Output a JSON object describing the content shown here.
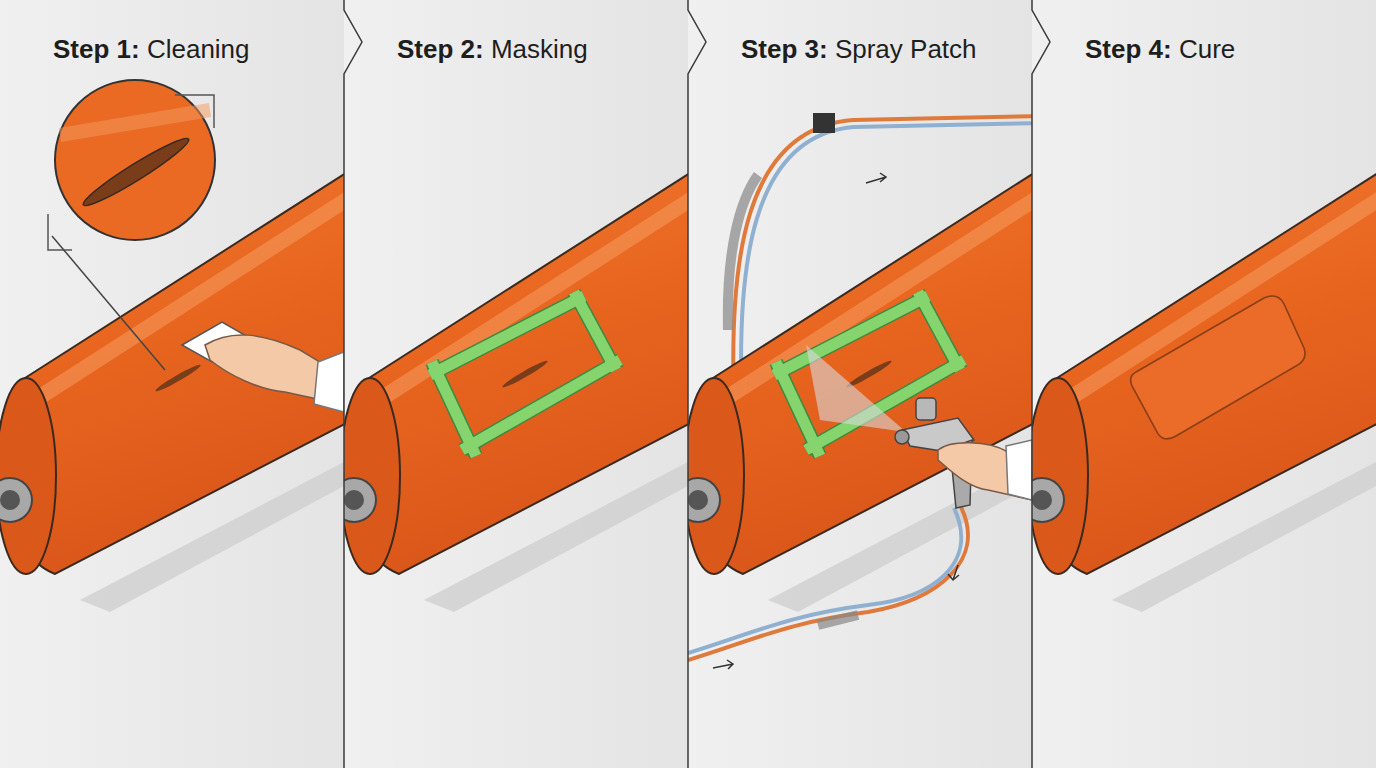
{
  "diagram": {
    "nodes": [
      {
        "text": [
          "Step 1: Cleaning"
        ]
      },
      {
        "text": [
          "Step 2: Masking"
        ]
      },
      {
        "text": [
          "Step 3: Spray Patch"
        ]
      },
      {
        "text": [
          "Step 4: Cure"
        ]
      }
    ]
  }
}
